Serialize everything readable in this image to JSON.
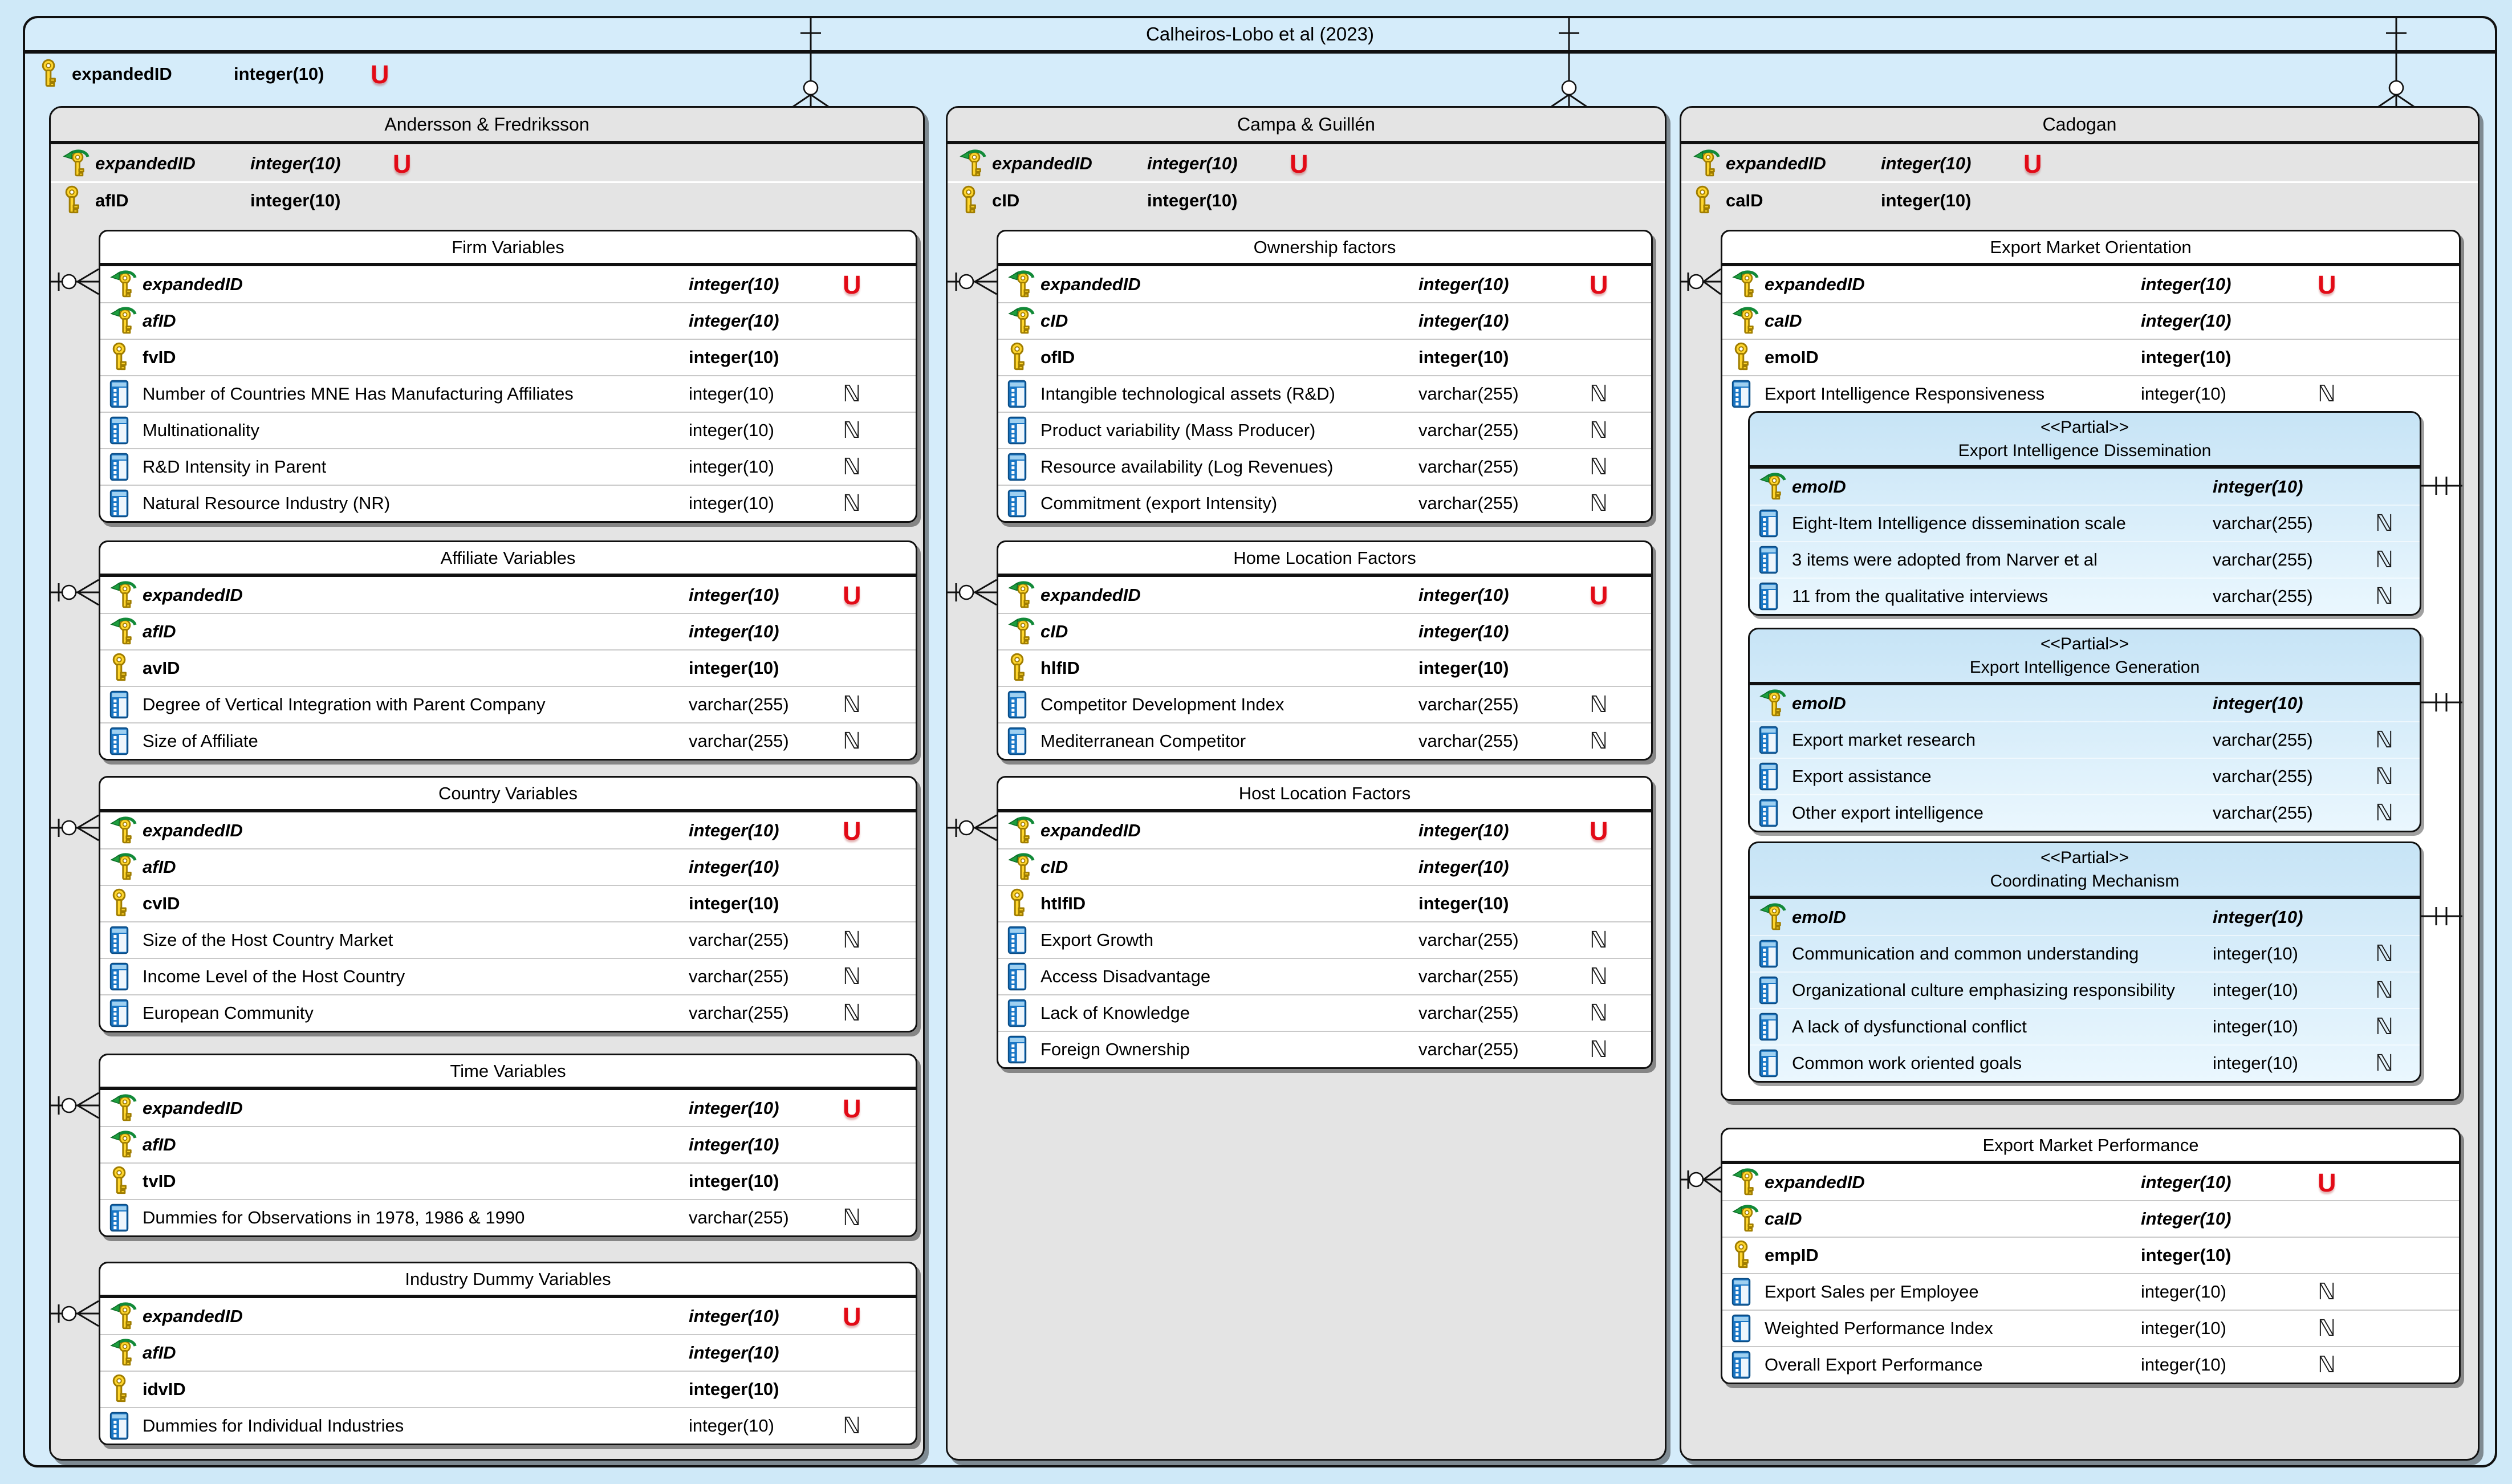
{
  "diagram": {
    "title": "Calheiros-Lobo et al (2023)",
    "root_field": {
      "icon": "pk",
      "name": "expandedID",
      "type": "integer(10)",
      "marker": "U"
    },
    "markers": {
      "U": {
        "glyph": "U",
        "meaning": "unique"
      },
      "N": {
        "glyph": "ℕ",
        "meaning": "nullable"
      }
    },
    "colors": {
      "entity_blue": "#d5ecfa",
      "group_gray": "#e4e4e4",
      "partial_blue": "#c7e4f6",
      "unique_red": "#e20a16",
      "key_yellow": "#ffd62e",
      "fk_arrow_green": "#1e9e3e",
      "column_blue": "#1976c5"
    },
    "groups": [
      {
        "name": "Andersson & Fredriksson",
        "fields": [
          {
            "icon": "fk",
            "name": "expandedID",
            "type": "integer(10)",
            "marker": "U"
          },
          {
            "icon": "pk",
            "name": "afID",
            "type": "integer(10)",
            "marker": ""
          }
        ],
        "tables": [
          {
            "title": "Firm Variables",
            "fields": [
              {
                "icon": "fk",
                "name": "expandedID",
                "type": "integer(10)",
                "marker": "U"
              },
              {
                "icon": "fk",
                "name": "afID",
                "type": "integer(10)",
                "marker": ""
              },
              {
                "icon": "pk",
                "name": "fvID",
                "type": "integer(10)",
                "marker": ""
              },
              {
                "icon": "col",
                "name": "Number of Countries MNE Has Manufacturing Affiliates",
                "type": "integer(10)",
                "marker": "N"
              },
              {
                "icon": "col",
                "name": "Multinationality",
                "type": "integer(10)",
                "marker": "N"
              },
              {
                "icon": "col",
                "name": "R&D Intensity in Parent",
                "type": "integer(10)",
                "marker": "N"
              },
              {
                "icon": "col",
                "name": "Natural Resource Industry (NR)",
                "type": "integer(10)",
                "marker": "N"
              }
            ]
          },
          {
            "title": "Affiliate Variables",
            "fields": [
              {
                "icon": "fk",
                "name": "expandedID",
                "type": "integer(10)",
                "marker": "U"
              },
              {
                "icon": "fk",
                "name": "afID",
                "type": "integer(10)",
                "marker": ""
              },
              {
                "icon": "pk",
                "name": "avID",
                "type": "integer(10)",
                "marker": ""
              },
              {
                "icon": "col",
                "name": "Degree of Vertical Integration with Parent Company",
                "type": "varchar(255)",
                "marker": "N"
              },
              {
                "icon": "col",
                "name": "Size of Affiliate",
                "type": "varchar(255)",
                "marker": "N"
              }
            ]
          },
          {
            "title": "Country Variables",
            "fields": [
              {
                "icon": "fk",
                "name": "expandedID",
                "type": "integer(10)",
                "marker": "U"
              },
              {
                "icon": "fk",
                "name": "afID",
                "type": "integer(10)",
                "marker": ""
              },
              {
                "icon": "pk",
                "name": "cvID",
                "type": "integer(10)",
                "marker": ""
              },
              {
                "icon": "col",
                "name": "Size of the Host Country Market",
                "type": "varchar(255)",
                "marker": "N"
              },
              {
                "icon": "col",
                "name": "Income Level of the Host Country",
                "type": "varchar(255)",
                "marker": "N"
              },
              {
                "icon": "col",
                "name": "European Community",
                "type": "varchar(255)",
                "marker": "N"
              }
            ]
          },
          {
            "title": "Time Variables",
            "fields": [
              {
                "icon": "fk",
                "name": "expandedID",
                "type": "integer(10)",
                "marker": "U"
              },
              {
                "icon": "fk",
                "name": "afID",
                "type": "integer(10)",
                "marker": ""
              },
              {
                "icon": "pk",
                "name": "tvID",
                "type": "integer(10)",
                "marker": ""
              },
              {
                "icon": "col",
                "name": "Dummies for Observations in 1978, 1986 & 1990",
                "type": "varchar(255)",
                "marker": "N"
              }
            ]
          },
          {
            "title": "Industry Dummy Variables",
            "fields": [
              {
                "icon": "fk",
                "name": "expandedID",
                "type": "integer(10)",
                "marker": "U"
              },
              {
                "icon": "fk",
                "name": "afID",
                "type": "integer(10)",
                "marker": ""
              },
              {
                "icon": "pk",
                "name": "idvID",
                "type": "integer(10)",
                "marker": ""
              },
              {
                "icon": "col",
                "name": "Dummies for Individual Industries",
                "type": "integer(10)",
                "marker": "N"
              }
            ]
          }
        ]
      },
      {
        "name": "Campa & Guillén",
        "fields": [
          {
            "icon": "fk",
            "name": "expandedID",
            "type": "integer(10)",
            "marker": "U"
          },
          {
            "icon": "pk",
            "name": "cID",
            "type": "integer(10)",
            "marker": ""
          }
        ],
        "tables": [
          {
            "title": "Ownership factors",
            "fields": [
              {
                "icon": "fk",
                "name": "expandedID",
                "type": "integer(10)",
                "marker": "U"
              },
              {
                "icon": "fk",
                "name": "cID",
                "type": "integer(10)",
                "marker": ""
              },
              {
                "icon": "pk",
                "name": "ofID",
                "type": "integer(10)",
                "marker": ""
              },
              {
                "icon": "col",
                "name": "Intangible technological assets (R&D)",
                "type": "varchar(255)",
                "marker": "N"
              },
              {
                "icon": "col",
                "name": "Product variability (Mass Producer)",
                "type": "varchar(255)",
                "marker": "N"
              },
              {
                "icon": "col",
                "name": "Resource availability (Log Revenues)",
                "type": "varchar(255)",
                "marker": "N"
              },
              {
                "icon": "col",
                "name": "Commitment (export Intensity)",
                "type": "varchar(255)",
                "marker": "N"
              }
            ]
          },
          {
            "title": "Home Location Factors",
            "fields": [
              {
                "icon": "fk",
                "name": "expandedID",
                "type": "integer(10)",
                "marker": "U"
              },
              {
                "icon": "fk",
                "name": "cID",
                "type": "integer(10)",
                "marker": ""
              },
              {
                "icon": "pk",
                "name": "hlfID",
                "type": "integer(10)",
                "marker": ""
              },
              {
                "icon": "col",
                "name": "Competitor Development Index",
                "type": "varchar(255)",
                "marker": "N"
              },
              {
                "icon": "col",
                "name": "Mediterranean Competitor",
                "type": "varchar(255)",
                "marker": "N"
              }
            ]
          },
          {
            "title": "Host Location Factors",
            "fields": [
              {
                "icon": "fk",
                "name": "expandedID",
                "type": "integer(10)",
                "marker": "U"
              },
              {
                "icon": "fk",
                "name": "cID",
                "type": "integer(10)",
                "marker": ""
              },
              {
                "icon": "pk",
                "name": "htlfID",
                "type": "integer(10)",
                "marker": ""
              },
              {
                "icon": "col",
                "name": "Export Growth",
                "type": "varchar(255)",
                "marker": "N"
              },
              {
                "icon": "col",
                "name": "Access Disadvantage",
                "type": "varchar(255)",
                "marker": "N"
              },
              {
                "icon": "col",
                "name": "Lack of Knowledge",
                "type": "varchar(255)",
                "marker": "N"
              },
              {
                "icon": "col",
                "name": "Foreign Ownership",
                "type": "varchar(255)",
                "marker": "N"
              }
            ]
          }
        ]
      },
      {
        "name": "Cadogan",
        "fields": [
          {
            "icon": "fk",
            "name": "expandedID",
            "type": "integer(10)",
            "marker": "U"
          },
          {
            "icon": "pk",
            "name": "caID",
            "type": "integer(10)",
            "marker": ""
          }
        ],
        "tables": [
          {
            "title": "Export Market Orientation",
            "fields": [
              {
                "icon": "fk",
                "name": "expandedID",
                "type": "integer(10)",
                "marker": "U"
              },
              {
                "icon": "fk",
                "name": "caID",
                "type": "integer(10)",
                "marker": ""
              },
              {
                "icon": "pk",
                "name": "emoID",
                "type": "integer(10)",
                "marker": ""
              },
              {
                "icon": "col",
                "name": "Export Intelligence Responsiveness",
                "type": "integer(10)",
                "marker": "N"
              }
            ],
            "partials": [
              {
                "stereotype": "<<Partial>>",
                "title": "Export Intelligence Dissemination",
                "fields": [
                  {
                    "icon": "fk",
                    "name": "emoID",
                    "type": "integer(10)",
                    "marker": ""
                  },
                  {
                    "icon": "col",
                    "name": "Eight-Item Intelligence dissemination scale",
                    "type": "varchar(255)",
                    "marker": "N"
                  },
                  {
                    "icon": "col",
                    "name": "3 items were adopted from Narver et al",
                    "type": "varchar(255)",
                    "marker": "N"
                  },
                  {
                    "icon": "col",
                    "name": "11 from the qualitative interviews",
                    "type": "varchar(255)",
                    "marker": "N"
                  }
                ]
              },
              {
                "stereotype": "<<Partial>>",
                "title": "Export Intelligence Generation",
                "fields": [
                  {
                    "icon": "fk",
                    "name": "emoID",
                    "type": "integer(10)",
                    "marker": ""
                  },
                  {
                    "icon": "col",
                    "name": "Export market research",
                    "type": "varchar(255)",
                    "marker": "N"
                  },
                  {
                    "icon": "col",
                    "name": "Export assistance",
                    "type": "varchar(255)",
                    "marker": "N"
                  },
                  {
                    "icon": "col",
                    "name": "Other export intelligence",
                    "type": "varchar(255)",
                    "marker": "N"
                  }
                ]
              },
              {
                "stereotype": "<<Partial>>",
                "title": "Coordinating Mechanism",
                "fields": [
                  {
                    "icon": "fk",
                    "name": "emoID",
                    "type": "integer(10)",
                    "marker": ""
                  },
                  {
                    "icon": "col",
                    "name": "Communication and common understanding",
                    "type": "integer(10)",
                    "marker": "N"
                  },
                  {
                    "icon": "col",
                    "name": "Organizational culture emphasizing responsibility",
                    "type": "integer(10)",
                    "marker": "N"
                  },
                  {
                    "icon": "col",
                    "name": "A lack of dysfunctional conflict",
                    "type": "integer(10)",
                    "marker": "N"
                  },
                  {
                    "icon": "col",
                    "name": "Common work oriented goals",
                    "type": "integer(10)",
                    "marker": "N"
                  }
                ]
              }
            ]
          },
          {
            "title": "Export Market Performance",
            "fields": [
              {
                "icon": "fk",
                "name": "expandedID",
                "type": "integer(10)",
                "marker": "U"
              },
              {
                "icon": "fk",
                "name": "caID",
                "type": "integer(10)",
                "marker": ""
              },
              {
                "icon": "pk",
                "name": "empID",
                "type": "integer(10)",
                "marker": ""
              },
              {
                "icon": "col",
                "name": "Export Sales per Employee",
                "type": "integer(10)",
                "marker": "N"
              },
              {
                "icon": "col",
                "name": "Weighted Performance Index",
                "type": "integer(10)",
                "marker": "N"
              },
              {
                "icon": "col",
                "name": "Overall Export Performance",
                "type": "integer(10)",
                "marker": "N"
              }
            ]
          }
        ]
      }
    ]
  }
}
